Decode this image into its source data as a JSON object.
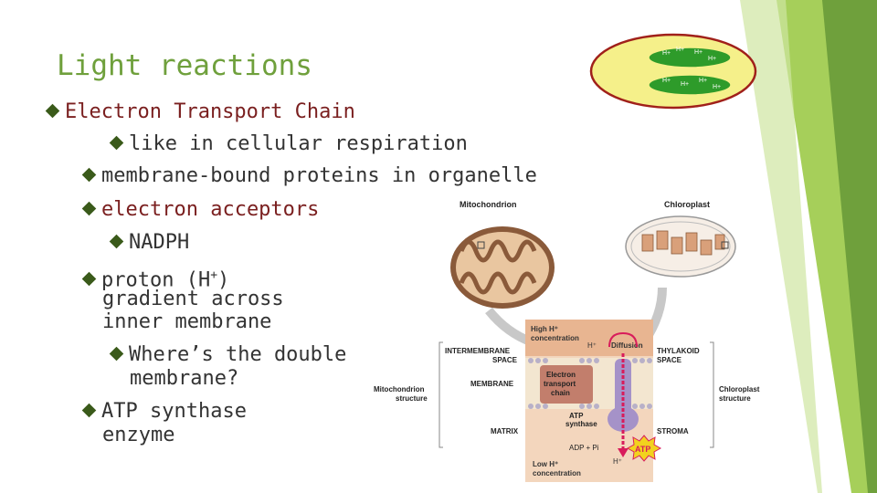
{
  "slide": {
    "title": "Light reactions",
    "bullets": [
      {
        "text": "Electron Transport Chain"
      },
      {
        "text": "like in cellular respiration"
      },
      {
        "text": "membrane-bound proteins in organelle"
      },
      {
        "text": "electron acceptors"
      },
      {
        "text": "NADPH"
      },
      {
        "text_pre": "proton (H",
        "sup": "+",
        "text_post": ")"
      },
      {
        "text": "gradient across"
      },
      {
        "text": "inner membrane"
      },
      {
        "text": "Where’s the double"
      },
      {
        "text": "membrane?"
      },
      {
        "text": "ATP synthase"
      },
      {
        "text": "enzyme"
      }
    ]
  },
  "top_image": {
    "label": "H+"
  },
  "figure": {
    "mitochondrion": "Mitochondrion",
    "chloroplast": "Chloroplast",
    "high": "High H⁺",
    "high2": "concentration",
    "hplus": "H⁺",
    "diffusion": "Diffusion",
    "intermembrane": "INTERMEMBRANE",
    "space": "SPACE",
    "thylakoid": "THYLAKOID",
    "thylakoid_space": "SPACE",
    "membrane": "MEMBRANE",
    "etc1": "Electron",
    "etc2": "transport",
    "etc3": "chain",
    "mito_struct1": "Mitochondrion",
    "mito_struct2": "structure",
    "chloro_struct1": "Chloroplast",
    "chloro_struct2": "structure",
    "atp_synth1": "ATP",
    "atp_synth2": "synthase",
    "matrix": "MATRIX",
    "stroma": "STROMA",
    "adp": "ADP + Pi",
    "atp": "ATP",
    "low1": "Low H⁺",
    "low2": "concentration",
    "hplus2": "H⁺"
  },
  "colors": {
    "title": "#6fa03c",
    "bullet": "#3a5a1a",
    "accent_red": "#7a1f1f"
  }
}
